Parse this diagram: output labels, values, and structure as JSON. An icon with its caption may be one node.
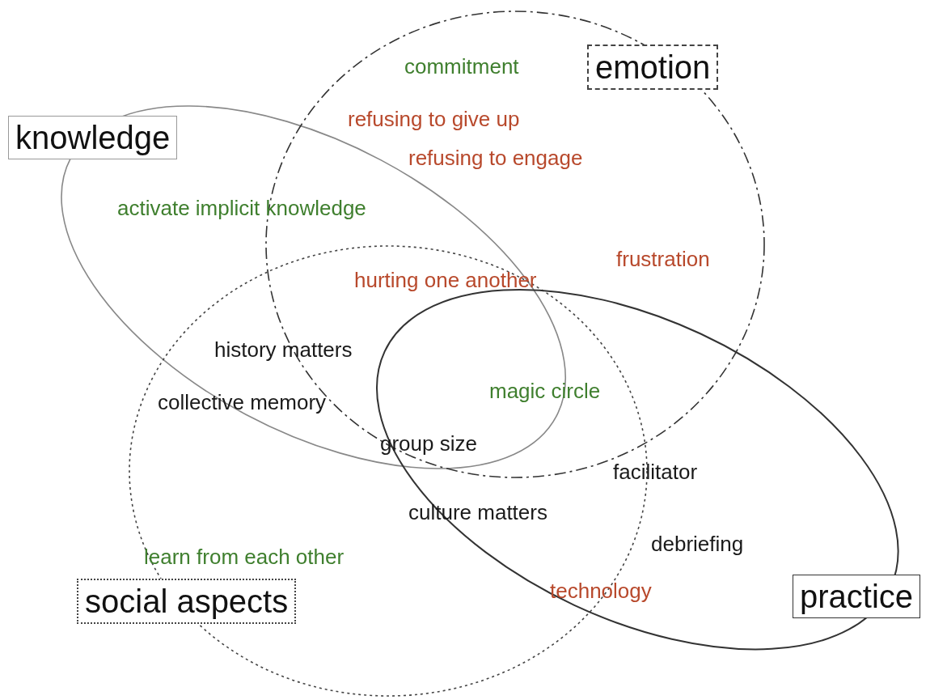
{
  "diagram": {
    "nodes": [
      {
        "text": [
          "knowledge"
        ]
      },
      {
        "text": [
          "emotion"
        ]
      },
      {
        "text": [
          "social aspects"
        ]
      },
      {
        "text": [
          "practice"
        ]
      }
    ],
    "edges": [],
    "labels": [
      "commitment",
      "refusing to give up",
      "refusing to engage",
      "activate implicit knowledge",
      "frustration",
      "hurting one another",
      "history matters",
      "magic circle",
      "collective memory",
      "group size",
      "facilitator",
      "culture matters",
      "debriefing",
      "learn from each other",
      "technology"
    ]
  }
}
